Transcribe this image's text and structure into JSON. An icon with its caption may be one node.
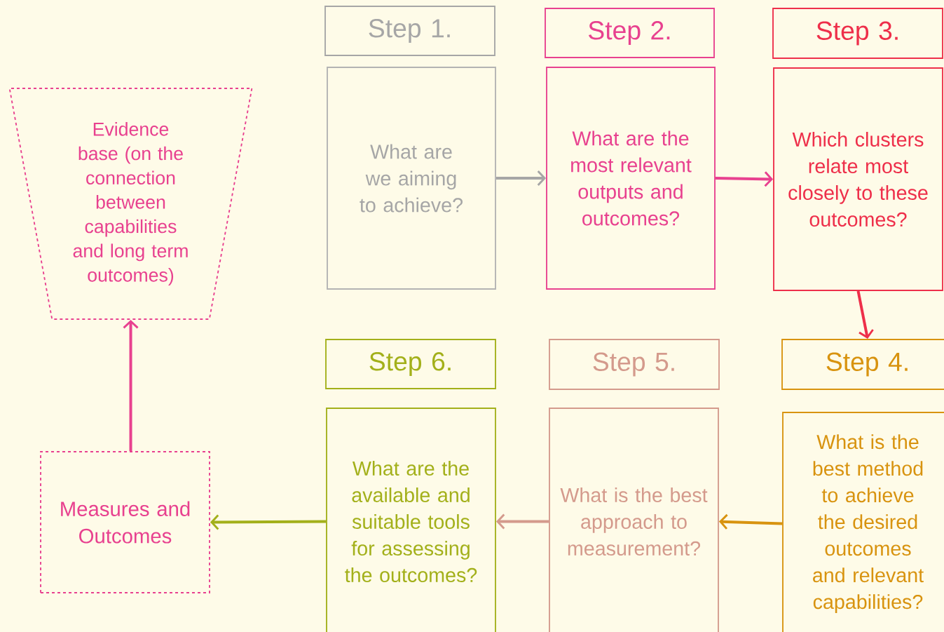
{
  "diagram": {
    "nodes": [
      {
        "text": [
          "Evidence base (on the connection between capabilities and long term outcomes)"
        ]
      },
      {
        "text": [
          "Step 1."
        ]
      },
      {
        "text": [
          "What are we aiming to achieve?"
        ]
      },
      {
        "text": [
          "Step 2."
        ]
      },
      {
        "text": [
          "What are the most relevant outputs and outcomes?"
        ]
      },
      {
        "text": [
          "Step 3."
        ]
      },
      {
        "text": [
          "Which clusters relate most closely to these outcomes?"
        ]
      },
      {
        "text": [
          "Step 6."
        ]
      },
      {
        "text": [
          "Step 5."
        ]
      },
      {
        "text": [
          "Step 4."
        ]
      },
      {
        "text": [
          "Measures and Outcomes"
        ]
      },
      {
        "text": [
          "What are the available and suitable tools for assessing the outcomes?"
        ]
      },
      {
        "text": [
          "What is the best approach to measurement?"
        ]
      },
      {
        "text": [
          "What is the best method to achieve the desired outcomes and relevant capabilities?"
        ]
      }
    ],
    "edges": [
      {
        "from": 2,
        "to": 4,
        "arrow": "to",
        "color": "#a6a6a6"
      },
      {
        "from": 4,
        "to": 6,
        "arrow": "to",
        "color": "#e8418f"
      },
      {
        "from": 6,
        "to": 9,
        "arrow": "to",
        "color": "#ee2f4a"
      },
      {
        "from": 13,
        "to": 12,
        "arrow": "to",
        "color": "#d8930f"
      },
      {
        "from": 12,
        "to": 11,
        "arrow": "to",
        "color": "#d49a8c"
      },
      {
        "from": 11,
        "to": 10,
        "arrow": "to",
        "color": "#a3b01a"
      },
      {
        "from": 10,
        "to": 0,
        "arrow": "to",
        "color": "#e8418f"
      }
    ]
  }
}
